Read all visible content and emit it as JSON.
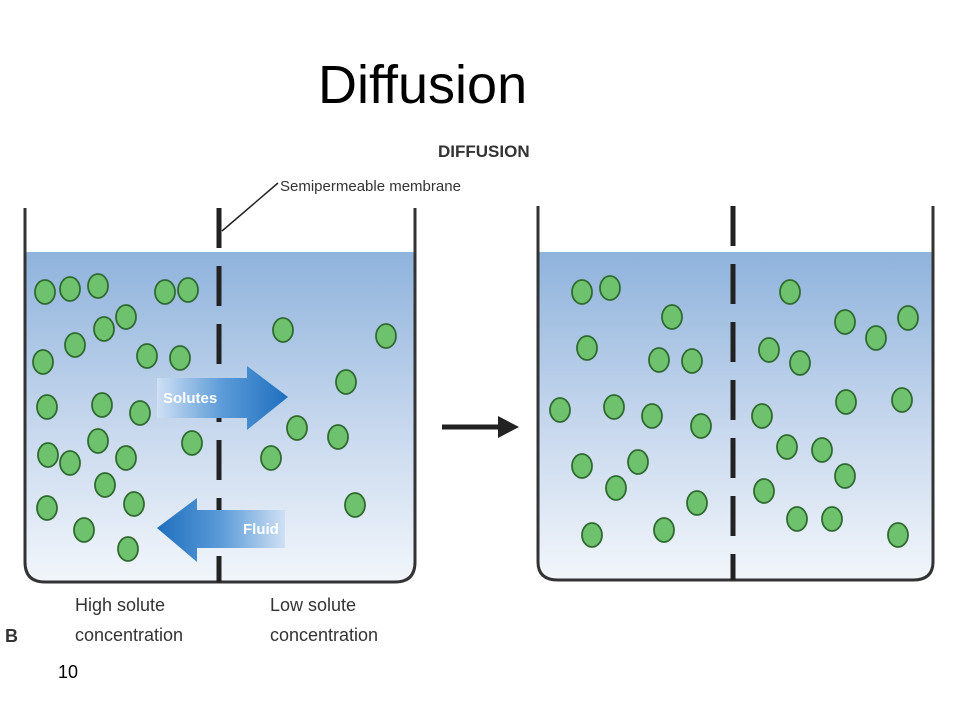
{
  "slide": {
    "title": "Diffusion",
    "number": "10"
  },
  "figure": {
    "heading": "DIFFUSION",
    "panel_letter": "B",
    "membrane_label": "Semipermeable membrane",
    "solutes_arrow_label": "Solutes",
    "fluid_arrow_label": "Fluid",
    "left_label": [
      "High solute",
      "concentration"
    ],
    "right_label": [
      "Low solute",
      "concentration"
    ]
  },
  "colors": {
    "particle_fill": "#6ec26e",
    "particle_stroke": "#2f6a30",
    "arrow_blue": "#1f6fbf",
    "water_top": "#8fb3dc",
    "water_bottom": "#f2f6fb"
  }
}
